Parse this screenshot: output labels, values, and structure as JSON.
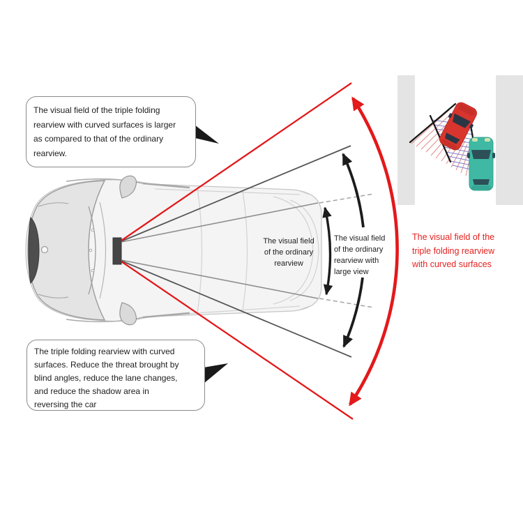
{
  "callouts": {
    "top_left": "The visual field of the triple folding\nrearview with curved surfaces is larger\nas compared to that of the ordinary\nrearview.",
    "bottom_left": "The triple folding rearview with curved\nsurfaces. Reduce the threat brought by\nblind angles, reduce the lane changes,\nand reduce the shadow area in\nreversing the car"
  },
  "labels": {
    "ordinary_field": "The visual field\nof the ordinary\nrearview",
    "ordinary_large_field": "The visual field\nof the ordinary\nrearview with\nlarge view",
    "curved_field": "The visual field of the\ntriple folding rearview\nwith curved surfaces"
  },
  "colors": {
    "accent_red": "#e3191b",
    "arrow_black": "#1c1c1c",
    "field_line_dark_gray": "#565656",
    "field_line_light_gray": "#8e8e8e",
    "dashed_line_gray": "#a3a3a3",
    "callout_border": "#8a8a8a",
    "text": "#1d1d1d",
    "car_outline_gray": "#9c9c9c",
    "mirror_fill": "#454545"
  },
  "inset": {
    "lane_color": "#e4e4e4",
    "red_car_color": "#d8352e",
    "teal_car_color": "#3fb9a3",
    "window_color": "#2c3544",
    "fan_red": "#e08a88",
    "fan_blue": "#7b7fd0",
    "boundary_black": "#141414"
  }
}
